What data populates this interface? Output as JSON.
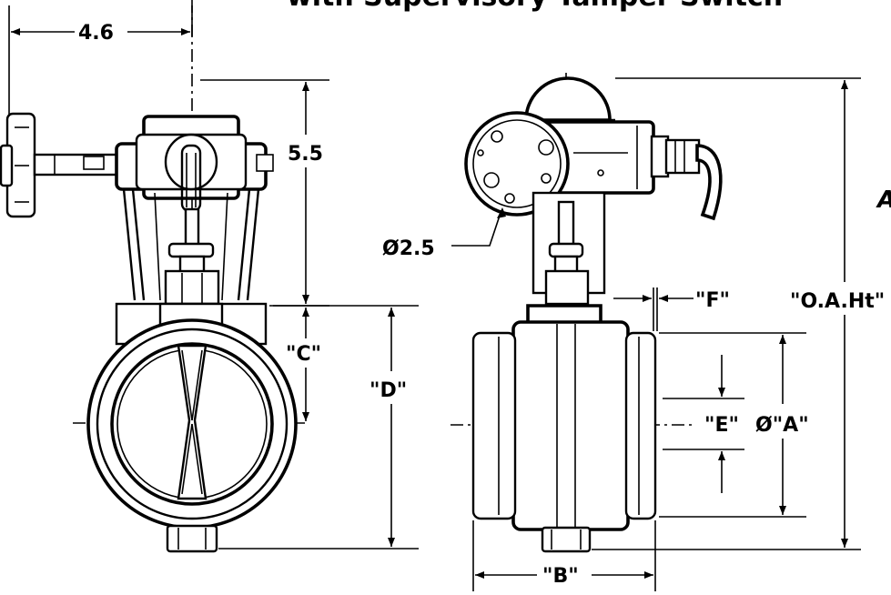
{
  "title": "with Supervisory Tamper Switch",
  "dimensions": {
    "width_top": "4.6",
    "height_actuator": "5.5",
    "dim_c": "\"C\"",
    "dim_d": "\"D\"",
    "dia_indicator": "Ø2.5",
    "dim_f": "\"F\"",
    "overall_height": "\"O.A.Ht\"",
    "dim_e": "\"E\"",
    "dia_a": "Ø\"A\"",
    "dim_b": "\"B\"",
    "edge_letter": "A"
  },
  "colors": {
    "ink": "#000000",
    "paper": "#ffffff"
  }
}
